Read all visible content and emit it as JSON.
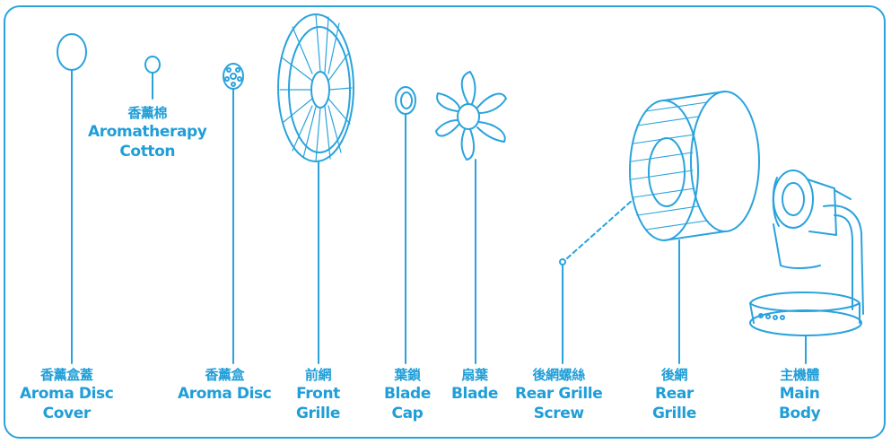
{
  "brand_color": "#2aa3dd",
  "parts": [
    {
      "id": "aroma-disc-cover",
      "zh": "香薰盒蓋",
      "en": [
        "Aroma Disc",
        "Cover"
      ]
    },
    {
      "id": "aromatherapy-cotton",
      "zh": "香薰棉",
      "en": [
        "Aromatherapy",
        "Cotton"
      ]
    },
    {
      "id": "aroma-disc",
      "zh": "香薰盒",
      "en": [
        "Aroma Disc"
      ]
    },
    {
      "id": "front-grille",
      "zh": "前網",
      "en": [
        "Front",
        "Grille"
      ]
    },
    {
      "id": "blade-cap",
      "zh": "葉鎖",
      "en": [
        "Blade",
        "Cap"
      ]
    },
    {
      "id": "blade",
      "zh": "扇葉",
      "en": [
        "Blade"
      ]
    },
    {
      "id": "rear-grille-screw",
      "zh": "後網螺絲",
      "en": [
        "Rear Grille",
        "Screw"
      ]
    },
    {
      "id": "rear-grille",
      "zh": "後網",
      "en": [
        "Rear",
        "Grille"
      ]
    },
    {
      "id": "main-body",
      "zh": "主機體",
      "en": [
        "Main",
        "Body"
      ]
    }
  ]
}
